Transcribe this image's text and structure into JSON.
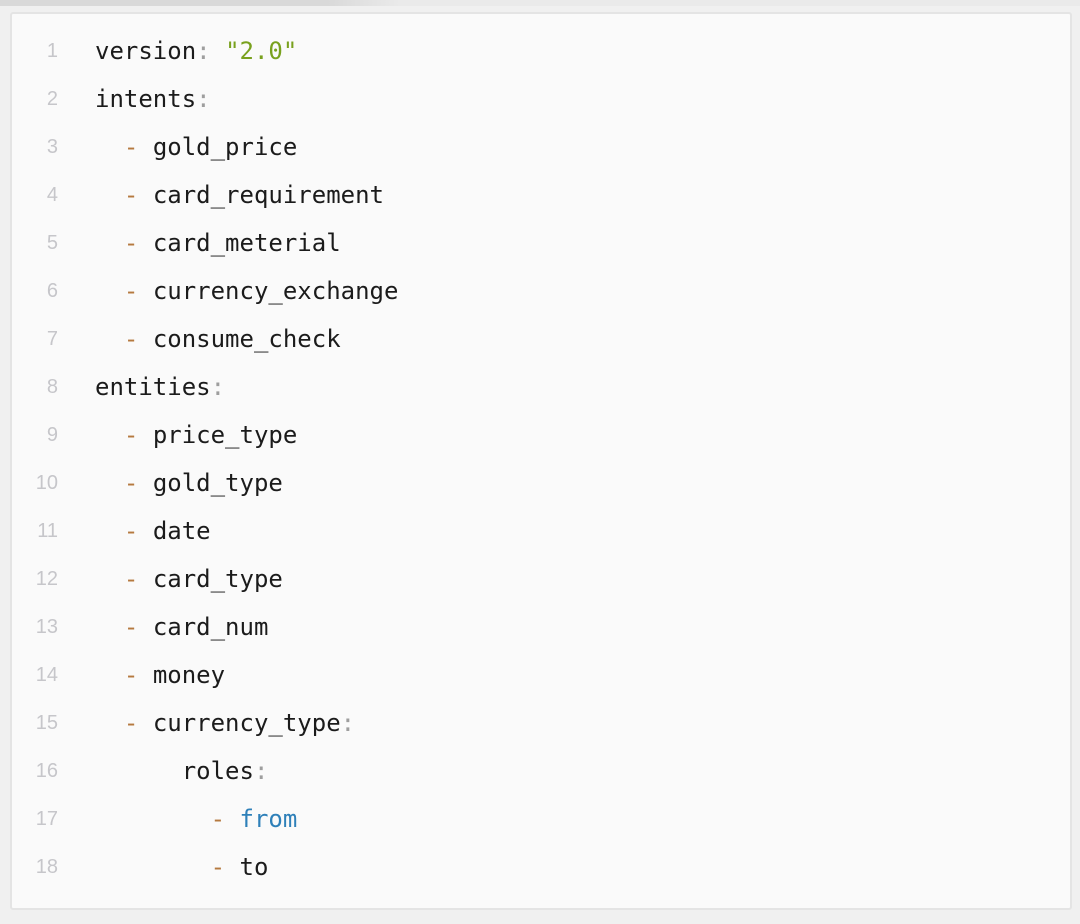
{
  "colors": {
    "page_background": "#f0f0f0",
    "code_background": "#fafafa",
    "code_border": "#e4e4e4",
    "line_number": "#c6c6ca",
    "token_key": "#1b1b1b",
    "token_colon": "#9e9e9e",
    "token_dash": "#b5793f",
    "token_string": "#79a11e",
    "token_keyword": "#2e80b9",
    "scrollbar_track": "#eaeaea",
    "scrollbar_thumb": "#d9d9d9"
  },
  "code_block": {
    "lines": [
      {
        "number": "1",
        "segments": [
          {
            "text": "version",
            "type": "key"
          },
          {
            "text": ":",
            "type": "colon"
          },
          {
            "text": " ",
            "type": "plain"
          },
          {
            "text": "\"2.0\"",
            "type": "string"
          }
        ]
      },
      {
        "number": "2",
        "segments": [
          {
            "text": "intents",
            "type": "key"
          },
          {
            "text": ":",
            "type": "colon"
          }
        ]
      },
      {
        "number": "3",
        "segments": [
          {
            "text": "  ",
            "type": "plain"
          },
          {
            "text": "-",
            "type": "dash"
          },
          {
            "text": " ",
            "type": "plain"
          },
          {
            "text": "gold_price",
            "type": "plain"
          }
        ]
      },
      {
        "number": "4",
        "segments": [
          {
            "text": "  ",
            "type": "plain"
          },
          {
            "text": "-",
            "type": "dash"
          },
          {
            "text": " ",
            "type": "plain"
          },
          {
            "text": "card_requirement",
            "type": "plain"
          }
        ]
      },
      {
        "number": "5",
        "segments": [
          {
            "text": "  ",
            "type": "plain"
          },
          {
            "text": "-",
            "type": "dash"
          },
          {
            "text": " ",
            "type": "plain"
          },
          {
            "text": "card_meterial",
            "type": "plain"
          }
        ]
      },
      {
        "number": "6",
        "segments": [
          {
            "text": "  ",
            "type": "plain"
          },
          {
            "text": "-",
            "type": "dash"
          },
          {
            "text": " ",
            "type": "plain"
          },
          {
            "text": "currency_exchange",
            "type": "plain"
          }
        ]
      },
      {
        "number": "7",
        "segments": [
          {
            "text": "  ",
            "type": "plain"
          },
          {
            "text": "-",
            "type": "dash"
          },
          {
            "text": " ",
            "type": "plain"
          },
          {
            "text": "consume_check",
            "type": "plain"
          }
        ]
      },
      {
        "number": "8",
        "segments": [
          {
            "text": "entities",
            "type": "key"
          },
          {
            "text": ":",
            "type": "colon"
          }
        ]
      },
      {
        "number": "9",
        "segments": [
          {
            "text": "  ",
            "type": "plain"
          },
          {
            "text": "-",
            "type": "dash"
          },
          {
            "text": " ",
            "type": "plain"
          },
          {
            "text": "price_type",
            "type": "plain"
          }
        ]
      },
      {
        "number": "10",
        "segments": [
          {
            "text": "  ",
            "type": "plain"
          },
          {
            "text": "-",
            "type": "dash"
          },
          {
            "text": " ",
            "type": "plain"
          },
          {
            "text": "gold_type",
            "type": "plain"
          }
        ]
      },
      {
        "number": "11",
        "segments": [
          {
            "text": "  ",
            "type": "plain"
          },
          {
            "text": "-",
            "type": "dash"
          },
          {
            "text": " ",
            "type": "plain"
          },
          {
            "text": "date",
            "type": "plain"
          }
        ]
      },
      {
        "number": "12",
        "segments": [
          {
            "text": "  ",
            "type": "plain"
          },
          {
            "text": "-",
            "type": "dash"
          },
          {
            "text": " ",
            "type": "plain"
          },
          {
            "text": "card_type",
            "type": "plain"
          }
        ]
      },
      {
        "number": "13",
        "segments": [
          {
            "text": "  ",
            "type": "plain"
          },
          {
            "text": "-",
            "type": "dash"
          },
          {
            "text": " ",
            "type": "plain"
          },
          {
            "text": "card_num",
            "type": "plain"
          }
        ]
      },
      {
        "number": "14",
        "segments": [
          {
            "text": "  ",
            "type": "plain"
          },
          {
            "text": "-",
            "type": "dash"
          },
          {
            "text": " ",
            "type": "plain"
          },
          {
            "text": "money",
            "type": "plain"
          }
        ]
      },
      {
        "number": "15",
        "segments": [
          {
            "text": "  ",
            "type": "plain"
          },
          {
            "text": "-",
            "type": "dash"
          },
          {
            "text": " ",
            "type": "plain"
          },
          {
            "text": "currency_type",
            "type": "plain"
          },
          {
            "text": ":",
            "type": "colon"
          }
        ]
      },
      {
        "number": "16",
        "segments": [
          {
            "text": "      ",
            "type": "plain"
          },
          {
            "text": "roles",
            "type": "key"
          },
          {
            "text": ":",
            "type": "colon"
          }
        ]
      },
      {
        "number": "17",
        "segments": [
          {
            "text": "        ",
            "type": "plain"
          },
          {
            "text": "-",
            "type": "dash"
          },
          {
            "text": " ",
            "type": "plain"
          },
          {
            "text": "from",
            "type": "keyword"
          }
        ]
      },
      {
        "number": "18",
        "segments": [
          {
            "text": "        ",
            "type": "plain"
          },
          {
            "text": "-",
            "type": "dash"
          },
          {
            "text": " ",
            "type": "plain"
          },
          {
            "text": "to",
            "type": "plain"
          }
        ]
      }
    ]
  }
}
